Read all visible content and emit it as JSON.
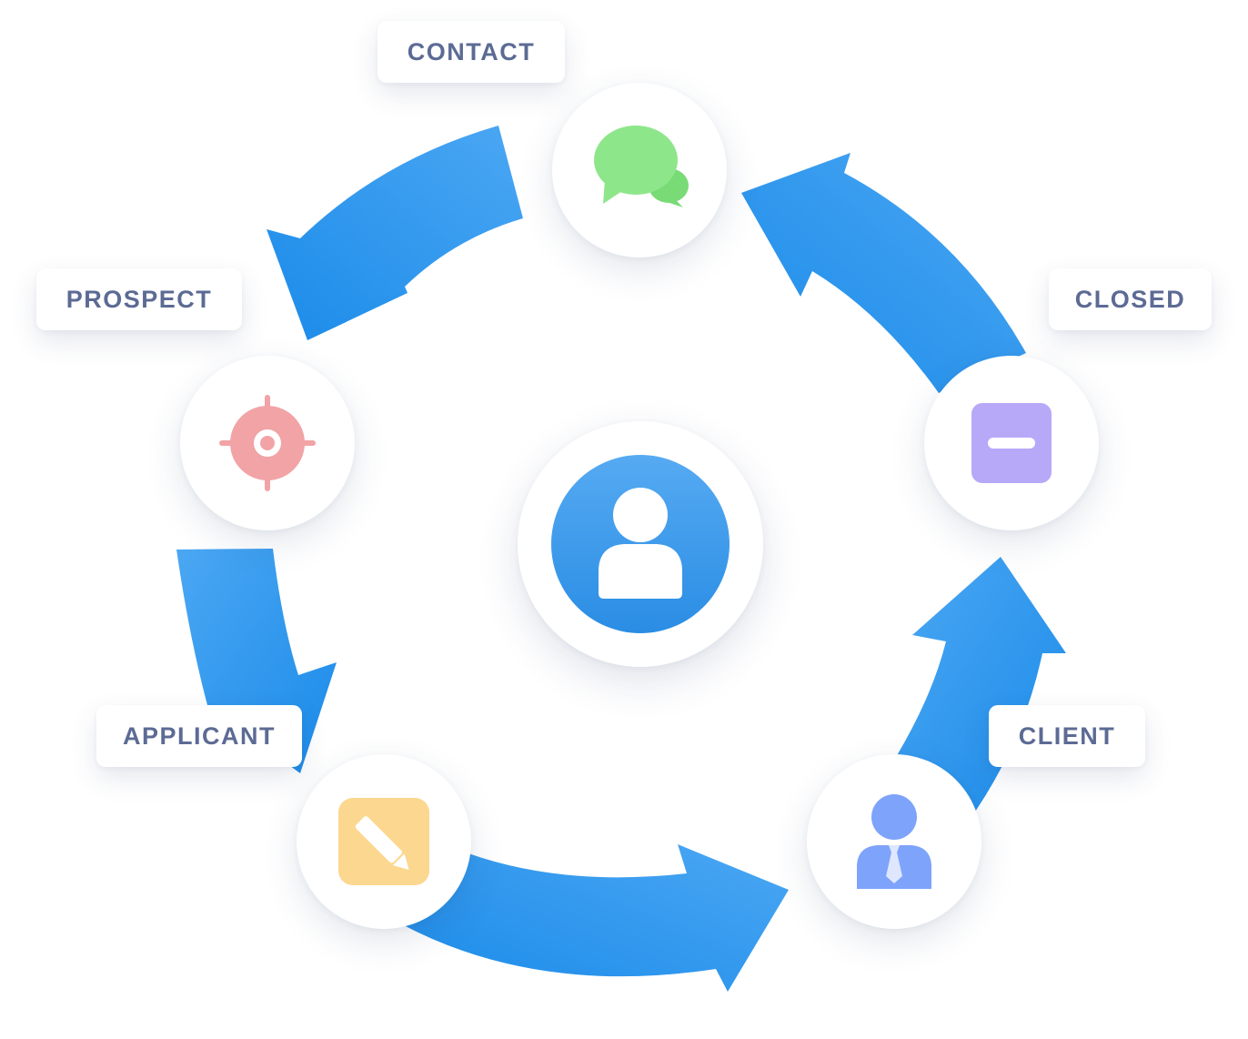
{
  "stages": [
    {
      "id": "contact",
      "label": "CONTACT",
      "icon": "chat-bubbles-icon",
      "color": "#8ee68a"
    },
    {
      "id": "prospect",
      "label": "PROSPECT",
      "icon": "target-icon",
      "color": "#f2a3a6"
    },
    {
      "id": "applicant",
      "label": "APPLICANT",
      "icon": "edit-pencil-icon",
      "color": "#fcd78f"
    },
    {
      "id": "client",
      "label": "CLIENT",
      "icon": "businessman-icon",
      "color": "#7ea3fb"
    },
    {
      "id": "closed",
      "label": "CLOSED",
      "icon": "minus-square-icon",
      "color": "#b7a9f8"
    }
  ],
  "center": {
    "icon": "user-avatar-icon",
    "color": "#3c9ae8"
  },
  "arrow_color": "#2f94ec"
}
